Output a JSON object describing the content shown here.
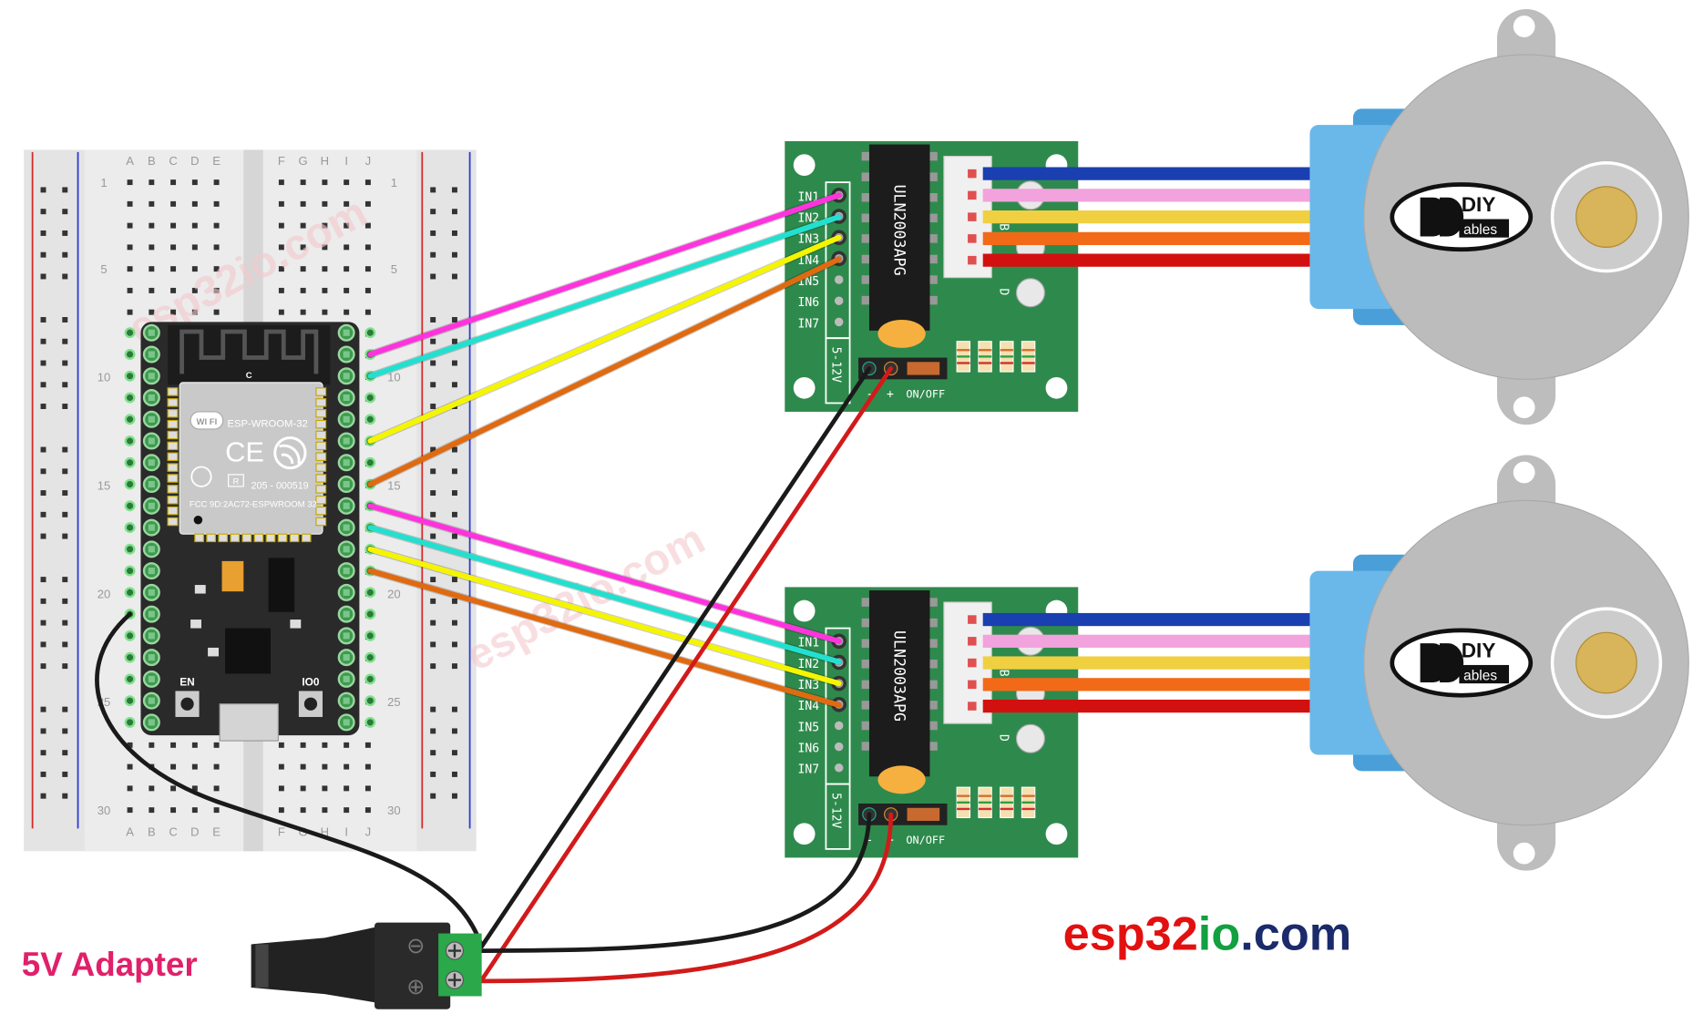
{
  "breadboard": {
    "column_letters_left": [
      "A",
      "B",
      "C",
      "D",
      "E"
    ],
    "column_letters_right": [
      "F",
      "G",
      "H",
      "I",
      "J"
    ],
    "row_numbers": [
      "1",
      "5",
      "10",
      "15",
      "20",
      "25",
      "30"
    ],
    "rail_colors": {
      "positive": "#d42a2a",
      "negative": "#2a3ad4"
    }
  },
  "esp32": {
    "module_name": "ESP-WROOM-32",
    "wifi_logo": "WI FI",
    "ce_mark": "CE",
    "cert_r": "R",
    "cert_number": "205 - 000519",
    "fcc_id": "FCC 9D:2AC72-ESPWROOM 32",
    "antenna_label": "C",
    "button_en": "EN",
    "button_io0": "IO0"
  },
  "drivers": [
    {
      "chip_label": "ULN2003APG",
      "inputs": [
        "IN1",
        "IN2",
        "IN3",
        "IN4",
        "IN5",
        "IN6",
        "IN7"
      ],
      "voltage_label": "5-12V",
      "minus_label": "-",
      "plus_label": "+",
      "switch_label": "ON/OFF",
      "led_labels": [
        "B",
        "D"
      ]
    },
    {
      "chip_label": "ULN2003APG",
      "inputs": [
        "IN1",
        "IN2",
        "IN3",
        "IN4",
        "IN5",
        "IN6",
        "IN7"
      ],
      "voltage_label": "5-12V",
      "minus_label": "-",
      "plus_label": "+",
      "switch_label": "ON/OFF",
      "led_labels": [
        "B",
        "D"
      ]
    }
  ],
  "motors": [
    {
      "brand_top": "DIY",
      "brand_bottom": "ables"
    },
    {
      "brand_top": "DIY",
      "brand_bottom": "ables"
    }
  ],
  "wire_colors": {
    "signal": [
      "#ff33dd",
      "#22e0d0",
      "#f5f500",
      "#e06a10"
    ],
    "motor": [
      "#1a3fb0",
      "#f2a2dc",
      "#f0d040",
      "#f26a18",
      "#d21010"
    ],
    "power_negative": "#1a1a1a",
    "power_positive": "#d21a1a"
  },
  "adapter": {
    "label": "5V Adapter",
    "label_color": "#e0206a",
    "minus_symbol": "⊖",
    "plus_symbol": "⊕"
  },
  "brand": {
    "part1": "esp32",
    "part1_color": "#e31010",
    "part2": "io",
    "part2_color": "#12a040",
    "part3": ".com",
    "part3_color": "#1a2a6a",
    "watermark": "esp32io.com"
  }
}
